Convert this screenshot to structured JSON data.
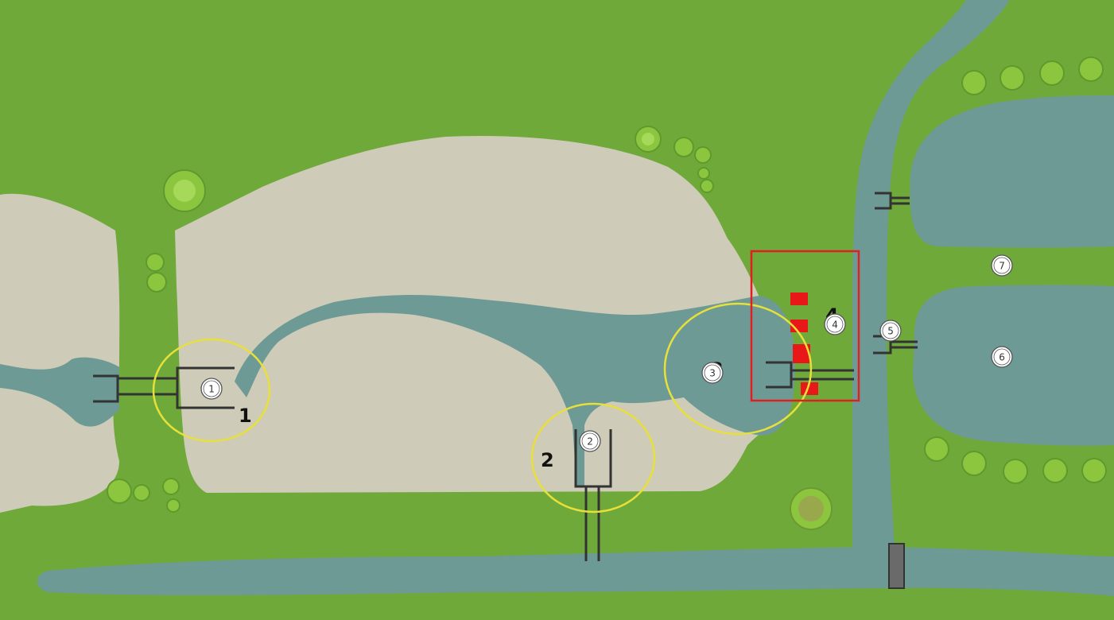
{
  "colors": {
    "grass": "#6fa93a",
    "water": "#6e9a96",
    "sand": "#cecbb8",
    "highlight_circle": "#e8e03a",
    "highlight_box": "#e02020",
    "marker_red": "#e81818",
    "dock": "#333333"
  },
  "toolbar": {
    "toggle_icon": "eye-slash-icon"
  },
  "markers": [
    {
      "id": 1,
      "label": "1"
    },
    {
      "id": 2,
      "label": "2"
    },
    {
      "id": 3,
      "label": "3"
    },
    {
      "id": 4,
      "label": "4"
    },
    {
      "id": 5,
      "label": "5"
    },
    {
      "id": 6,
      "label": "6"
    },
    {
      "id": 7,
      "label": "7"
    }
  ],
  "zone_labels": [
    "1",
    "2",
    "3",
    "4"
  ]
}
